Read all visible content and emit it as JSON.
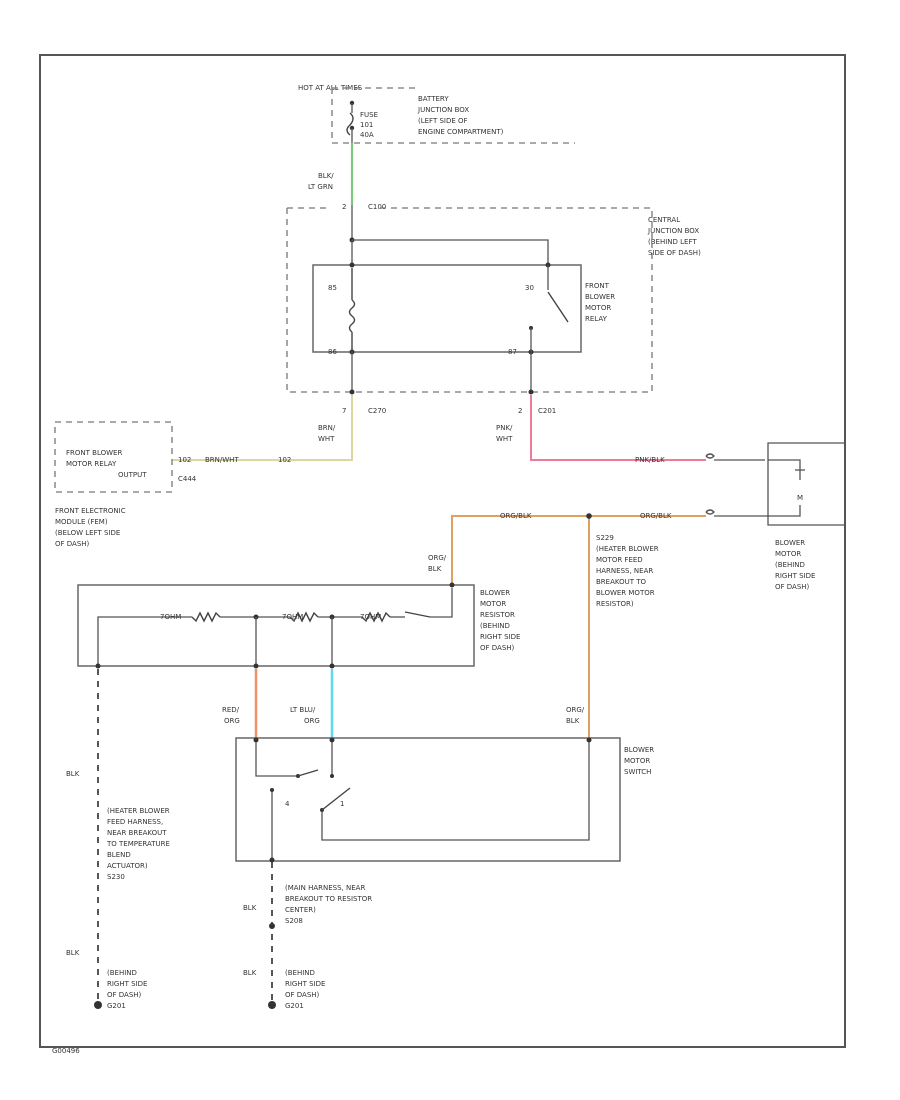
{
  "power": {
    "hot_label": "HOT AT ALL TIMES",
    "fuse_line1": "FUSE",
    "fuse_line2": "101",
    "fuse_line3": "40A",
    "battery_box": [
      "BATTERY",
      "JUNCTION BOX",
      "(LEFT SIDE OF",
      "ENGINE COMPARTMENT)"
    ]
  },
  "wires": {
    "blk_ltgrn": [
      "BLK/",
      "LT GRN"
    ],
    "c100_pin": "2",
    "c100": "C100",
    "brn_wht": [
      "BRN/",
      "WHT"
    ],
    "c270_pin": "7",
    "c270": "C270",
    "pnk_wht": [
      "PNK/",
      "WHT"
    ],
    "c201_pin": "2",
    "c201": "C201",
    "brn_wht_h": "BRN/WHT",
    "pin_102": "102",
    "c444": "C444",
    "pnk_blk": "PNK/BLK",
    "org_blk_top1": "ORG/BLK",
    "org_blk_top2": "ORG/BLK",
    "org_blk_left": [
      "ORG/",
      "BLK"
    ],
    "org_blk_right": [
      "ORG/",
      "BLK"
    ],
    "red_org": [
      "RED/",
      "ORG"
    ],
    "ltblu_org": [
      "LT BLU/",
      "ORG"
    ],
    "blk1": "BLK",
    "blk2": "BLK",
    "blk3": "BLK",
    "blk4": "BLK",
    "ohm1": "7OHM",
    "ohm2": "7OHM",
    "ohm3": "7OHM",
    "m_label": "M"
  },
  "components": {
    "central_junction": [
      "CENTRAL",
      "JUNCTION BOX",
      "(BEHIND LEFT",
      "SIDE OF DASH)"
    ],
    "relay_label": [
      "FRONT",
      "BLOWER",
      "MOTOR",
      "RELAY"
    ],
    "relay_pins": [
      "85",
      "30",
      "86",
      "87"
    ],
    "pcm_inner": [
      "FRONT BLOWER",
      "MOTOR RELAY",
      "OUTPUT"
    ],
    "pcm_module": [
      "FRONT ELECTRONIC",
      "MODULE (FEM)",
      "(BELOW LEFT SIDE",
      "OF DASH)"
    ],
    "blower_motor": [
      "BLOWER",
      "MOTOR",
      "(BEHIND",
      "RIGHT SIDE",
      "OF DASH)"
    ],
    "resistor": [
      "BLOWER",
      "MOTOR",
      "RESISTOR",
      "(BEHIND",
      "RIGHT SIDE",
      "OF DASH)"
    ],
    "splice_s229": [
      "S229",
      "(HEATER BLOWER",
      "MOTOR FEED",
      "HARNESS, NEAR",
      "BREAKOUT TO",
      "BLOWER MOTOR",
      "RESISTOR)"
    ],
    "switch": [
      "BLOWER",
      "MOTOR",
      "SWITCH"
    ],
    "switch_pins": [
      "4",
      "1"
    ],
    "splice_left": [
      "(HEATER BLOWER",
      "FEED HARNESS,",
      "NEAR BREAKOUT",
      "TO TEMPERATURE",
      "BLEND",
      "ACTUATOR)",
      "S230"
    ],
    "splice_mid": [
      "(MAIN HARNESS, NEAR",
      "BREAKOUT TO RESISTOR",
      "CENTER)",
      "S208"
    ],
    "ground_left": [
      "(BEHIND",
      "RIGHT SIDE",
      "OF DASH)",
      "G201"
    ],
    "ground_mid": [
      "(BEHIND",
      "RIGHT SIDE",
      "OF DASH)",
      "G201"
    ]
  },
  "footer_code": "G00496",
  "colors": {
    "green_wire": "#7ec87e",
    "yellow_wire": "#d8d8a0",
    "pink_wire": "#f07a9a",
    "orange_wire": "#e0a060",
    "salmon_wire": "#f0906a",
    "cyan_wire": "#5cdce8"
  }
}
